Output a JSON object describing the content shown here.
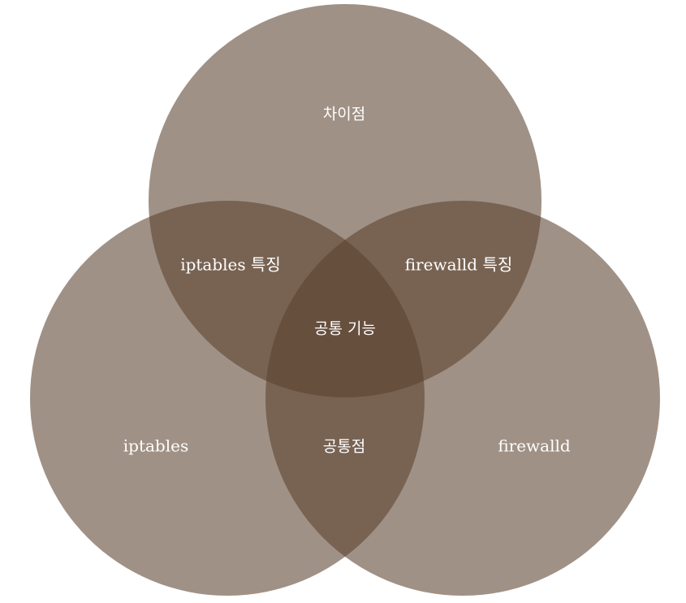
{
  "diagram": {
    "type": "venn-3",
    "colors": {
      "circle_fill": "#5c412f",
      "single_region": "#9f9189",
      "double_overlap": "#6f5d4f",
      "triple_overlap": "#5a4233",
      "label": "#ffffff",
      "background": "#ffffff"
    },
    "circles": [
      {
        "id": "top",
        "label": "차이점"
      },
      {
        "id": "left",
        "label": "iptables"
      },
      {
        "id": "right",
        "label": "firewalld"
      }
    ],
    "regions": {
      "top_only": "차이점",
      "left_only": "iptables",
      "right_only": "firewalld",
      "top_left": "iptables 특징",
      "top_right": "firewalld 특징",
      "left_right": "공통점",
      "center": "공통 기능"
    }
  }
}
